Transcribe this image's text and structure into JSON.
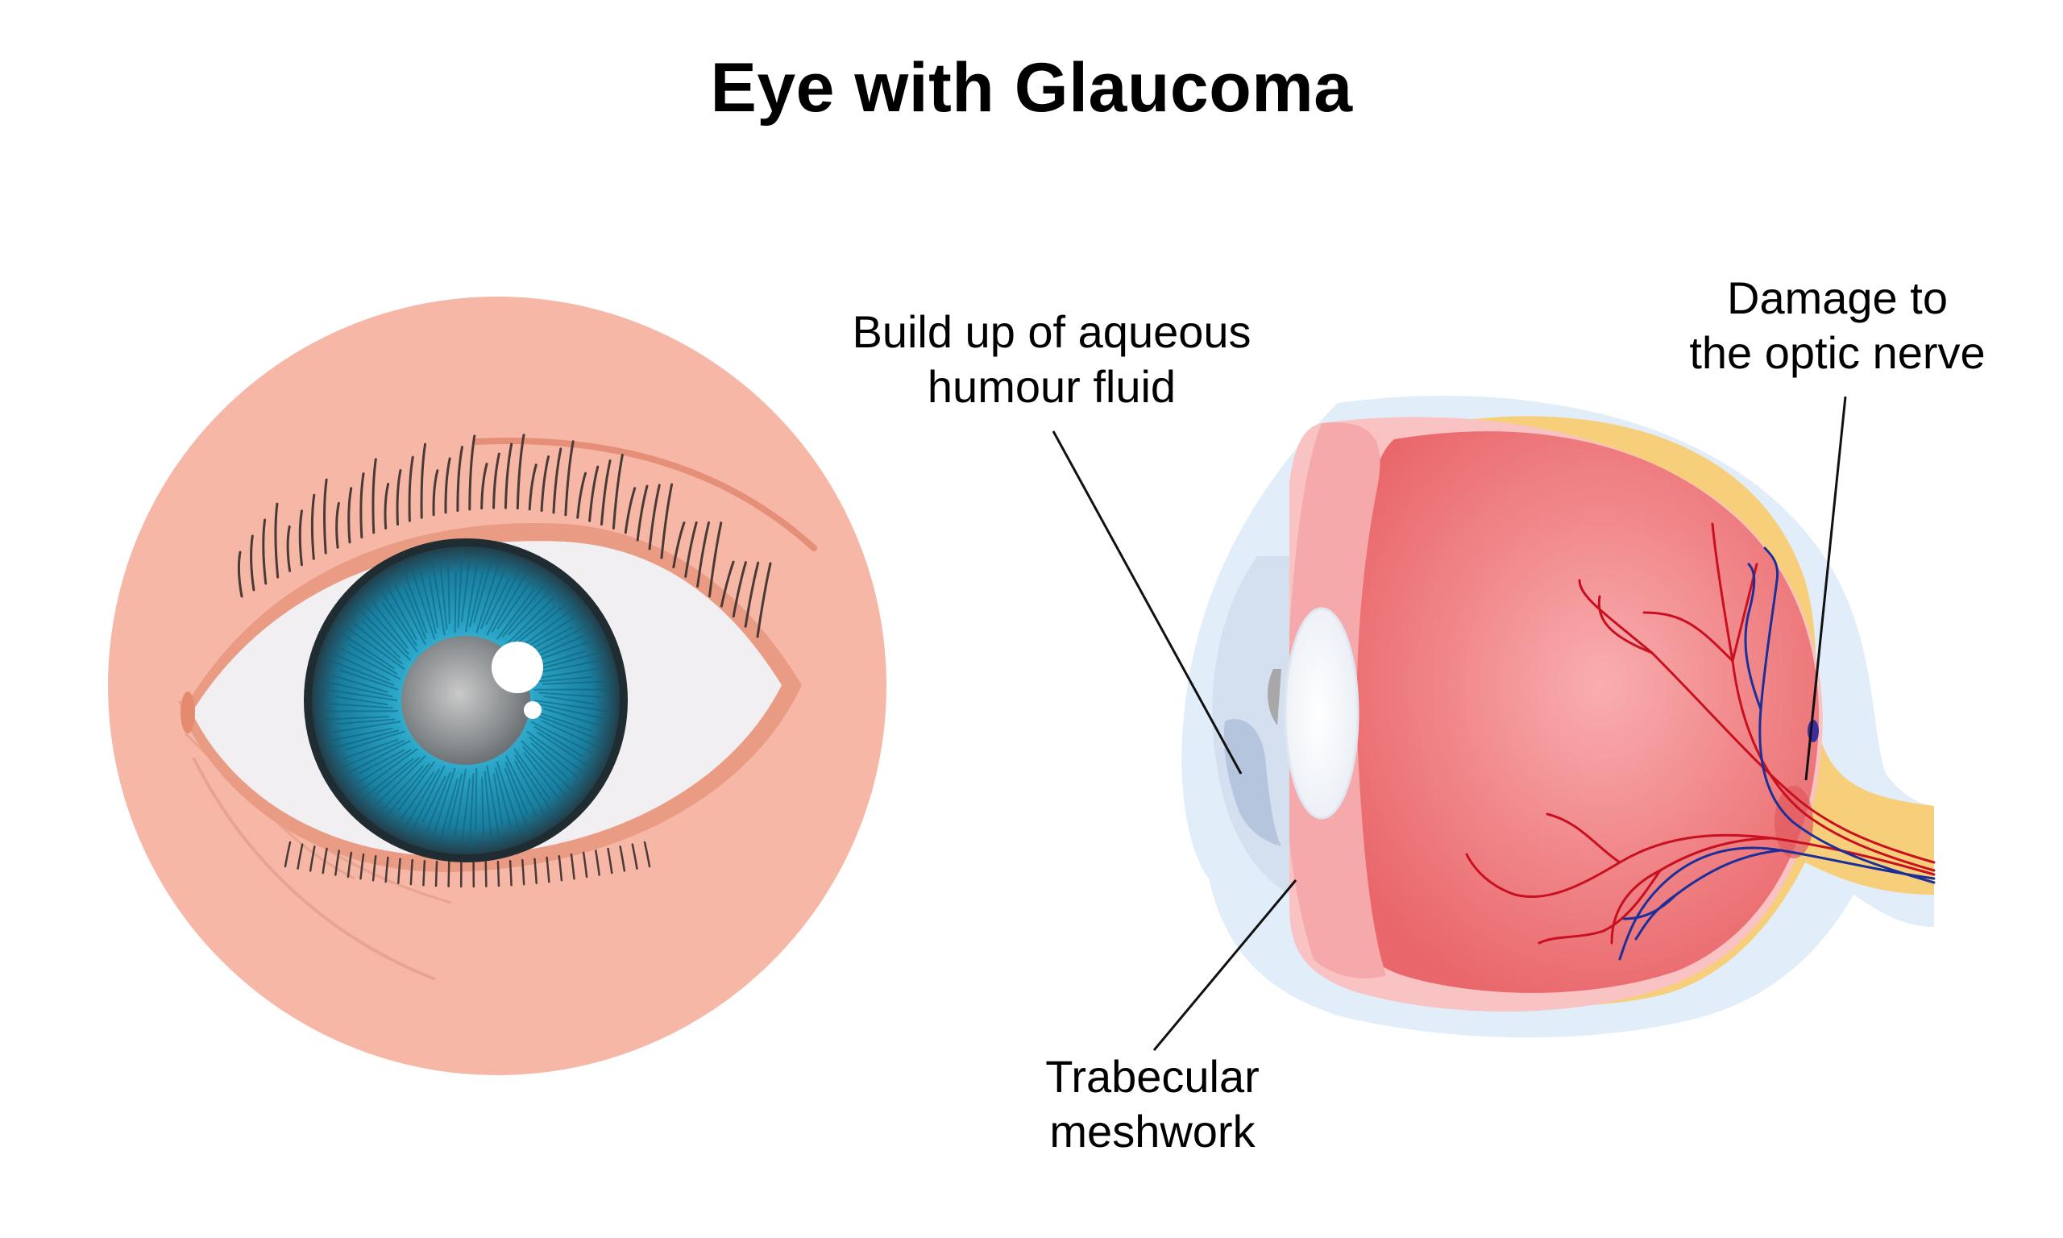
{
  "title": "Eye with Glaucoma",
  "labels": {
    "fluid": {
      "line1": "Build up of aqueous",
      "line2": "humour fluid"
    },
    "optic": {
      "line1": "Damage to",
      "line2": "the optic nerve"
    },
    "meshwork": {
      "line1": "Trabecular",
      "line2": "meshwork"
    }
  },
  "colors": {
    "skin": "#f6b7a6",
    "skin_dark": "#e8917a",
    "sclera": "#f1eff1",
    "iris": "#1a8fb0",
    "pupil": "#9a9a9a",
    "cornea": "#dde9f7",
    "retina": "#ee6f72",
    "optic_nerve": "#f7cf7b",
    "artery": "#c8101e",
    "vein": "#1b2f9a"
  },
  "icons": [
    "eye-front-view",
    "eye-cross-section"
  ]
}
